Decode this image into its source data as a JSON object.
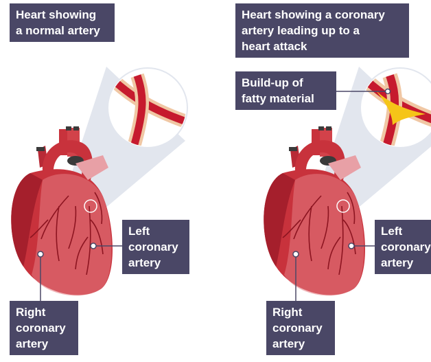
{
  "panels": {
    "normal": {
      "title_lines": [
        "Heart showing",
        "a normal artery"
      ],
      "left_artery_lines": [
        "Left",
        "coronary",
        "artery"
      ],
      "right_artery_lines": [
        "Right",
        "coronary",
        "artery"
      ]
    },
    "attack": {
      "title_lines": [
        "Heart showing a coronary",
        "artery leading up to a",
        "heart attack"
      ],
      "buildup_lines": [
        "Build-up of",
        "fatty material"
      ],
      "left_artery_lines": [
        "Left",
        "coronary",
        "artery"
      ],
      "right_artery_lines": [
        "Right",
        "coronary",
        "artery"
      ]
    }
  },
  "colors": {
    "label_bg": "#4a4766",
    "heart": "#c8323c",
    "heart_dark": "#a51f2c",
    "artery": "#c61a2e",
    "fatty": "#f5c518",
    "artery_wall": "#f0c7a4"
  }
}
